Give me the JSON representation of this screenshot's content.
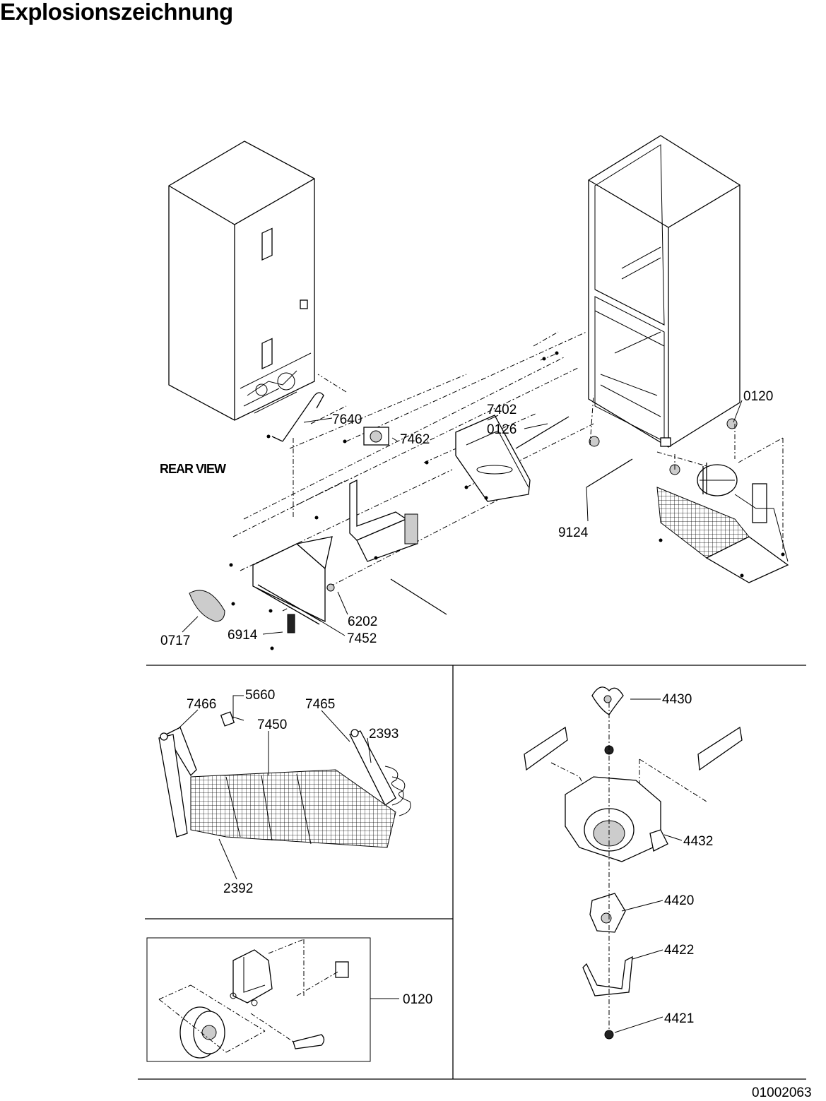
{
  "header": {
    "title": "Explosionszeichnung"
  },
  "rear_view_label": "REAR VIEW",
  "callouts": {
    "c7640": "7640",
    "c7462": "7462",
    "c7402": "7402",
    "c0126": "0126",
    "c0120_top": "0120",
    "c9124": "9124",
    "c6202": "6202",
    "c7452": "7452",
    "c6914": "6914",
    "c0717": "0717",
    "c7466": "7466",
    "c5660": "5660",
    "c7465": "7465",
    "c7450": "7450",
    "c2393": "2393",
    "c2392": "2392",
    "c0120_bottom": "0120",
    "c4430": "4430",
    "c4432": "4432",
    "c4420": "4420",
    "c4422": "4422",
    "c4421": "4421"
  },
  "footer": {
    "doc_number": "01002063"
  }
}
